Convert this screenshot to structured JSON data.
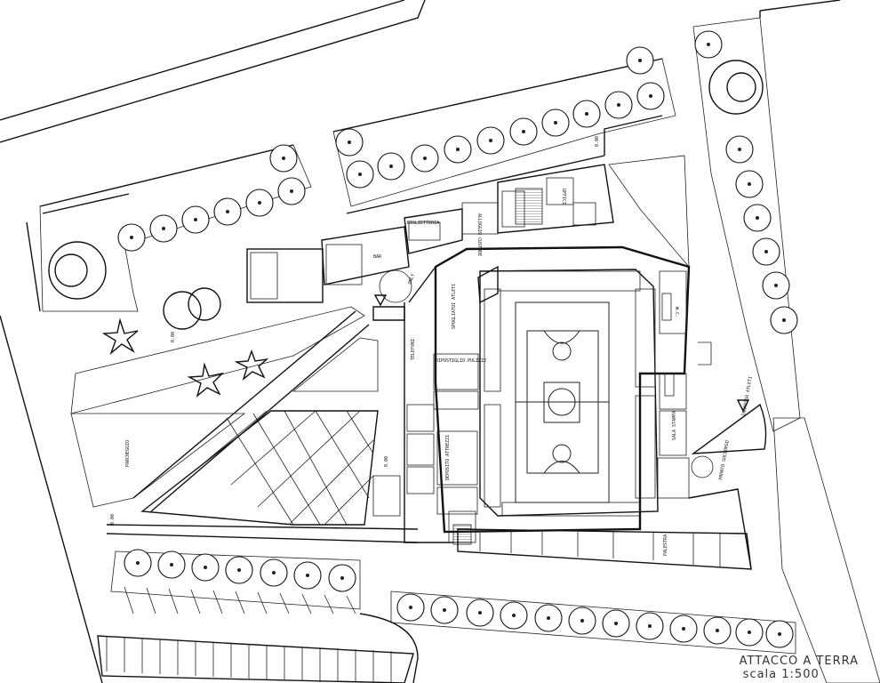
{
  "drawing": {
    "title": "ATTACCO A TERRA",
    "scale": "scala 1:500"
  },
  "labels": {
    "biglietteria": "BIGLIETTERIA",
    "bar": "BAR",
    "only": "ONLY",
    "spogliatoi": "SPOGLIATOI ATLETI",
    "ripostiglio": "RIPOSTIGLIO PULIZIE",
    "telefoni": "TELEFONI",
    "alloggio_custode": "ALLOGGIO CUSTODE",
    "sala_stampa": "SALA STAMPA",
    "ingresso_atleti": "INGRESSO ATLETI",
    "palestra": "PALESTRA",
    "pronto_soccorso": "PRONTO SOCCORSO",
    "deposito": "DEPOSITO ATTREZZI",
    "parcheggio": "PARCHEGGIO",
    "uffici": "UFFICI",
    "wc": "W.C.",
    "quota_1": "0.00",
    "quota_2": "0.00",
    "quota_3": "0.00",
    "quota_4": "0.00"
  }
}
